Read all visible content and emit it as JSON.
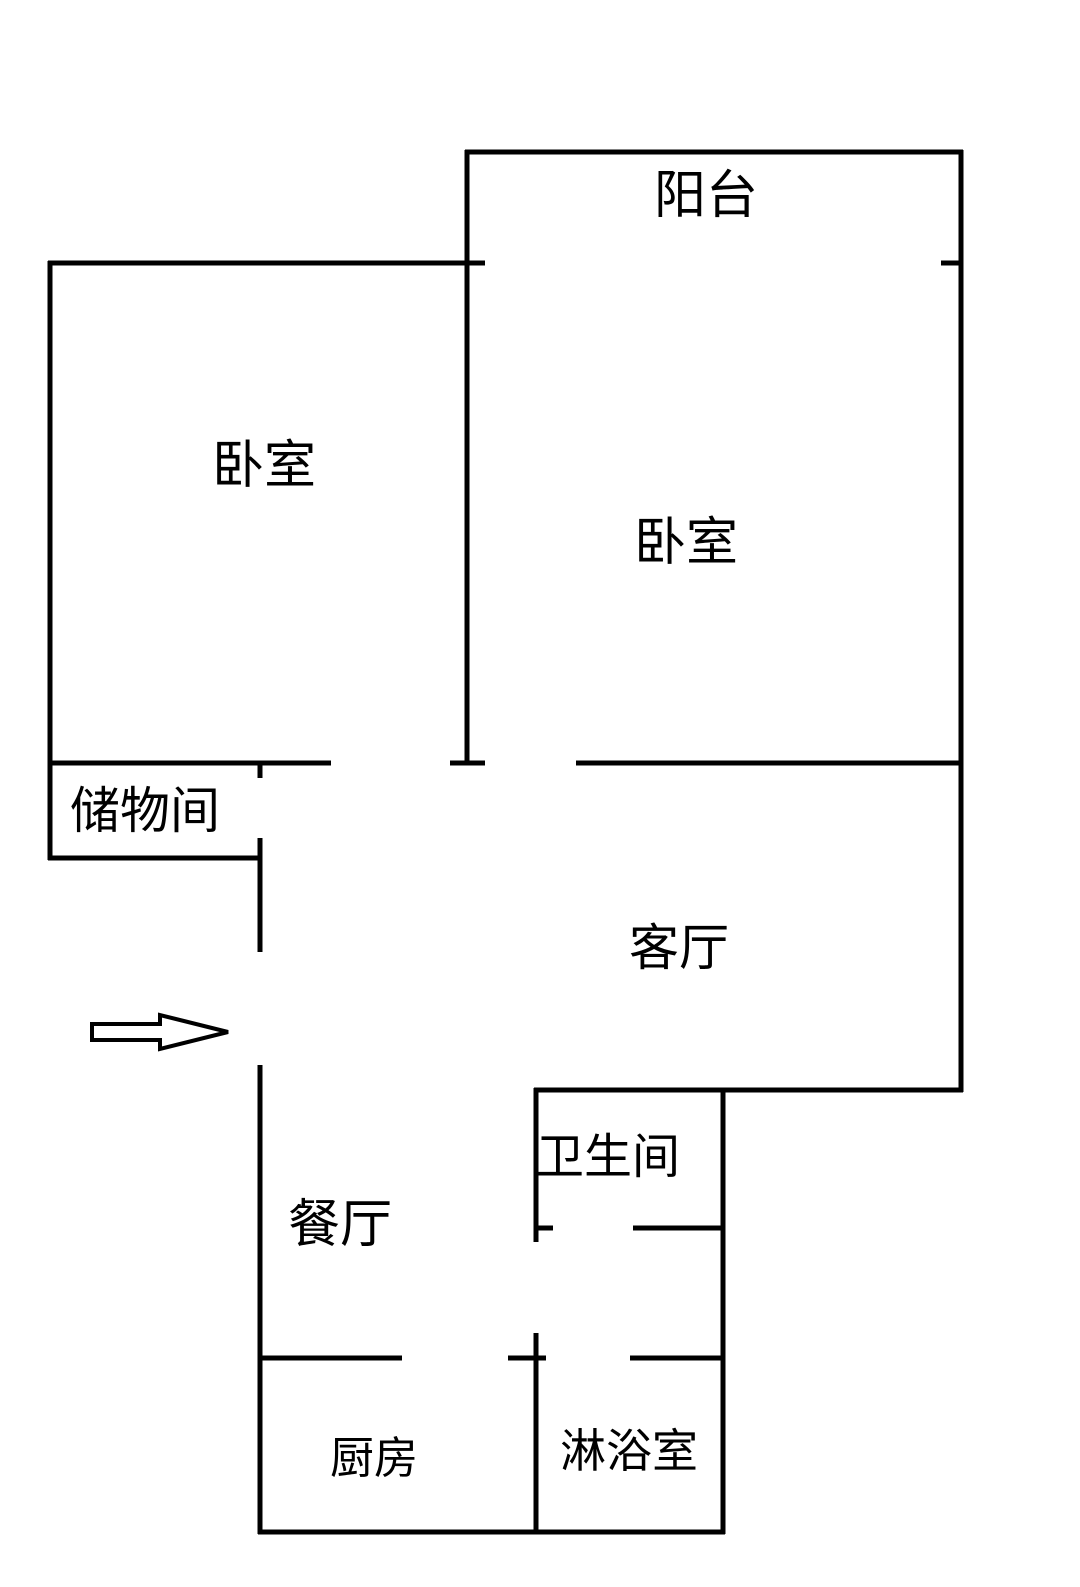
{
  "rooms": {
    "balcony": "阳台",
    "bedroom_left": "卧室",
    "bedroom_right": "卧室",
    "storage": "储物间",
    "living_room": "客厅",
    "bathroom": "卫生间",
    "dining_room": "餐厅",
    "kitchen": "厨房",
    "shower_room": "淋浴室"
  },
  "entrance": {
    "icon": "entrance-arrow-icon"
  },
  "colors": {
    "walls": "#000000",
    "background": "#ffffff"
  }
}
